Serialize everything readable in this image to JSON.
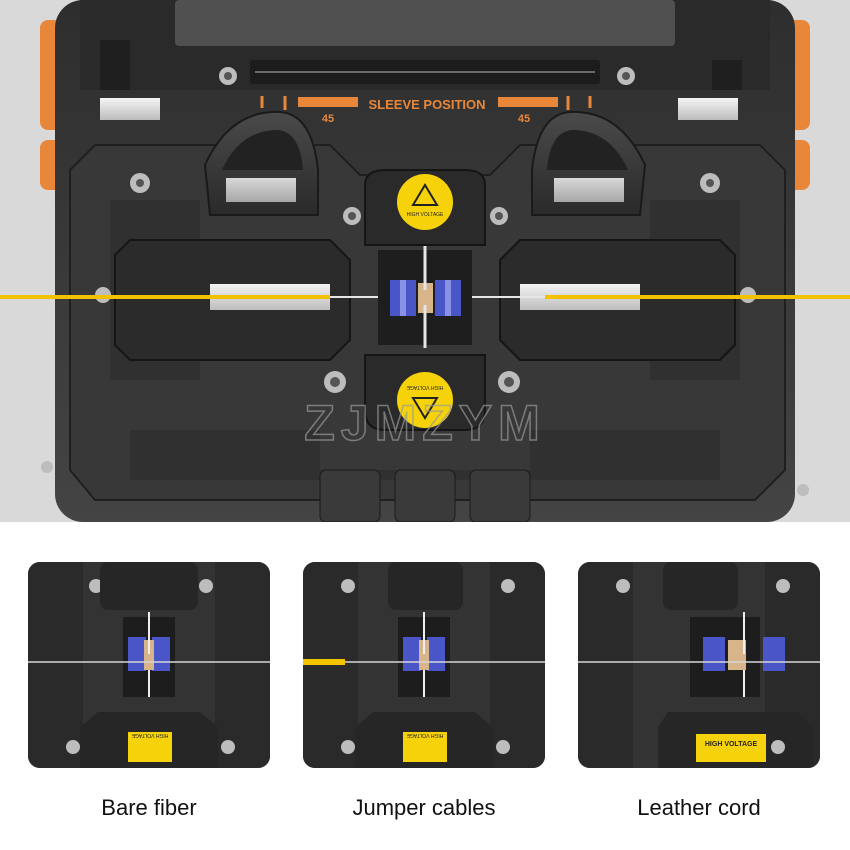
{
  "main_photo": {
    "sleeve_label": "SLEEVE POSITION",
    "sleeve_mark_left": "45",
    "sleeve_mark_right": "45",
    "electrode_label": "HIGH VOLTAGE",
    "watermark": "ZJMZYM",
    "colors": {
      "body": "#3b3b3b",
      "accent": "#e8873a",
      "fiber": "#f2c200",
      "warning": "#f5d20a",
      "v_groove": "#4a55c8"
    }
  },
  "thumbnails": [
    {
      "caption": "Bare fiber",
      "electrode_label": "HIGH VOLTAGE"
    },
    {
      "caption": "Jumper cables",
      "electrode_label": "HIGH VOLTAGE"
    },
    {
      "caption": "Leather cord",
      "electrode_label": "HIGH VOLTAGE"
    }
  ]
}
